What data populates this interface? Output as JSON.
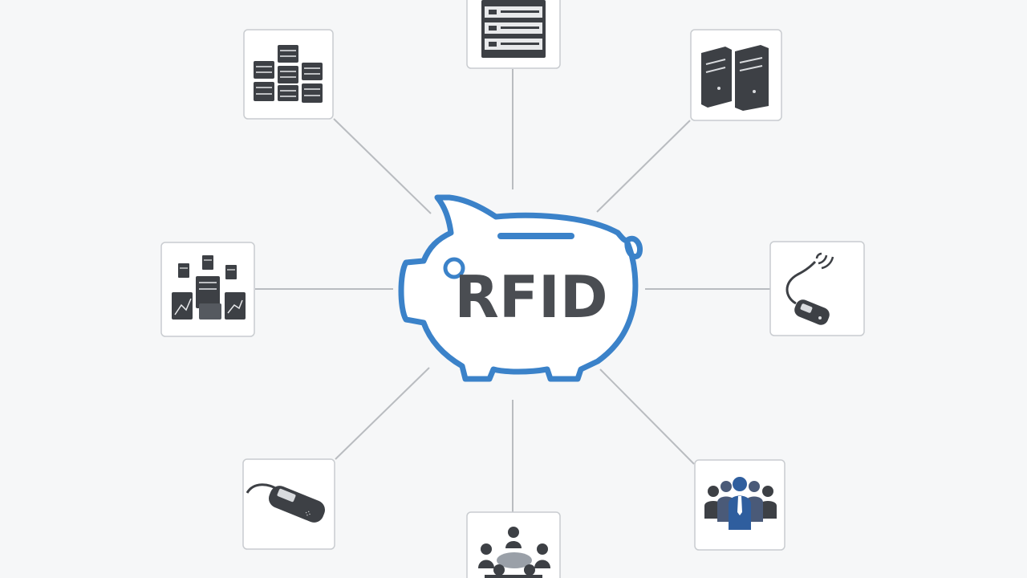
{
  "diagram": {
    "center": {
      "label": "RFID",
      "shape": "piggy-bank",
      "outline_color": "#3b82c9"
    },
    "nodes": [
      {
        "id": "top",
        "icon": "ledger-list-icon"
      },
      {
        "id": "top-right",
        "icon": "server-towers-icon"
      },
      {
        "id": "right",
        "icon": "rfid-reader-icon"
      },
      {
        "id": "bottom-right",
        "icon": "team-people-icon"
      },
      {
        "id": "bottom",
        "icon": "meeting-table-icon"
      },
      {
        "id": "bottom-left",
        "icon": "handheld-scanner-icon"
      },
      {
        "id": "left",
        "icon": "document-cluster-icon"
      },
      {
        "id": "top-left",
        "icon": "file-grid-icon"
      }
    ],
    "colors": {
      "background": "#f6f7f8",
      "icon": "#3d4045",
      "connector": "#b9bcc0",
      "accent": "#2f5e9e",
      "card_border": "#c9ccd0"
    }
  }
}
